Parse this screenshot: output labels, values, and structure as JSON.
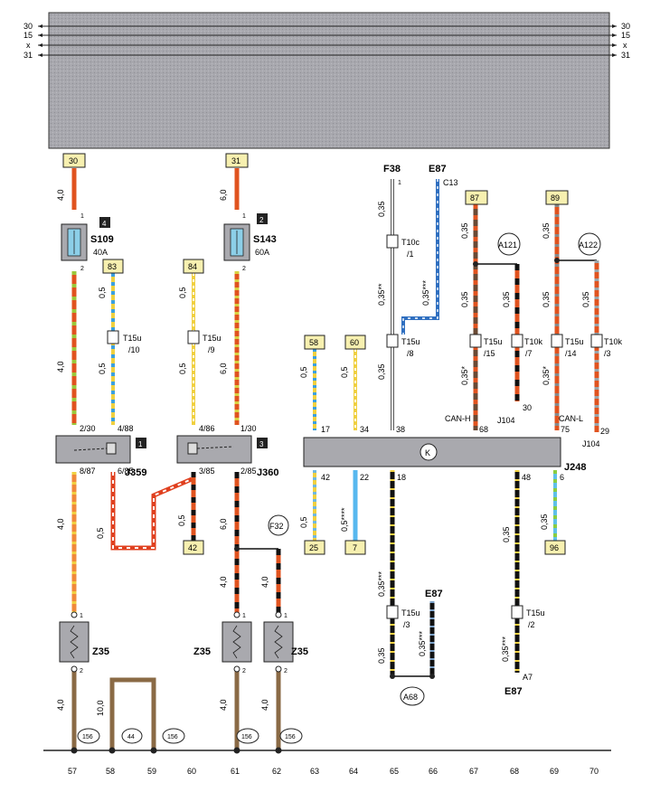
{
  "rails": {
    "left": [
      "30",
      "15",
      "x",
      "31"
    ],
    "right": [
      "30",
      "15",
      "x",
      "31"
    ]
  },
  "supply": {
    "a": "30",
    "b": "31",
    "c": "87",
    "d": "89"
  },
  "fuses": {
    "s109": {
      "name": "S109",
      "num": "4",
      "rating": "40A"
    },
    "s143": {
      "name": "S143",
      "num": "2",
      "rating": "60A"
    }
  },
  "refs": {
    "r83": "83",
    "r84": "84",
    "r58": "58",
    "r60": "60",
    "r42": "42",
    "r25": "25",
    "r7": "7",
    "r96": "96"
  },
  "relays": {
    "j359": {
      "name": "J359",
      "num": "1",
      "pin_in1": "2/30",
      "pin_in2": "4/88",
      "pin_out1": "8/87",
      "pin_out2": "6/85"
    },
    "j360": {
      "name": "J360",
      "num": "3",
      "pin_in1": "4/86",
      "pin_in2": "1/30",
      "pin_out1": "3/85",
      "pin_out2": "2/85"
    }
  },
  "module": {
    "k": "K",
    "name": "J248",
    "pins_top": [
      "17",
      "34",
      "38",
      "68",
      "75"
    ],
    "pins_bottom": [
      "42",
      "22",
      "18",
      "48",
      "6"
    ]
  },
  "connectors": {
    "t15u_10": {
      "name": "T15u",
      "pin": "/10"
    },
    "t15u_9": {
      "name": "T15u",
      "pin": "/9"
    },
    "t10c_1": {
      "name": "T10c",
      "pin": "/1"
    },
    "t15u_8": {
      "name": "T15u",
      "pin": "/8"
    },
    "t15u_15": {
      "name": "T15u",
      "pin": "/15"
    },
    "t10k_7": {
      "name": "T10k",
      "pin": "/7"
    },
    "t15u_14": {
      "name": "T15u",
      "pin": "/14"
    },
    "t10k_3": {
      "name": "T10k",
      "pin": "/3"
    },
    "t15u_3": {
      "name": "T15u",
      "pin": "/3"
    },
    "t15u_2": {
      "name": "T15u",
      "pin": "/2"
    }
  },
  "labels": {
    "f38": "F38",
    "e87a": "E87",
    "c13": "C13",
    "f32": "F32",
    "a121": "A121",
    "a122": "A122",
    "a68": "A68",
    "e87b": "E87",
    "e87c": "E87",
    "a7": "A7",
    "canh": "CAN-H",
    "canl": "CAN-L",
    "j104a": "J104",
    "j104b": "J104",
    "p30": "30",
    "p29": "29",
    "p1": "1",
    "p2": "2",
    "g156": "156",
    "g44": "44"
  },
  "wires": {
    "w40": "4,0",
    "w60": "6,0",
    "w05": "0,5",
    "w035": "0,35",
    "w100": "10,0",
    "w035s": "0,35*",
    "w035d": "0,35**",
    "w035t": "0,35***",
    "w05q": "0,5****"
  },
  "components": {
    "z35": "Z35"
  },
  "columns": [
    "57",
    "58",
    "59",
    "60",
    "61",
    "62",
    "63",
    "64",
    "65",
    "66",
    "67",
    "68",
    "69",
    "70"
  ]
}
